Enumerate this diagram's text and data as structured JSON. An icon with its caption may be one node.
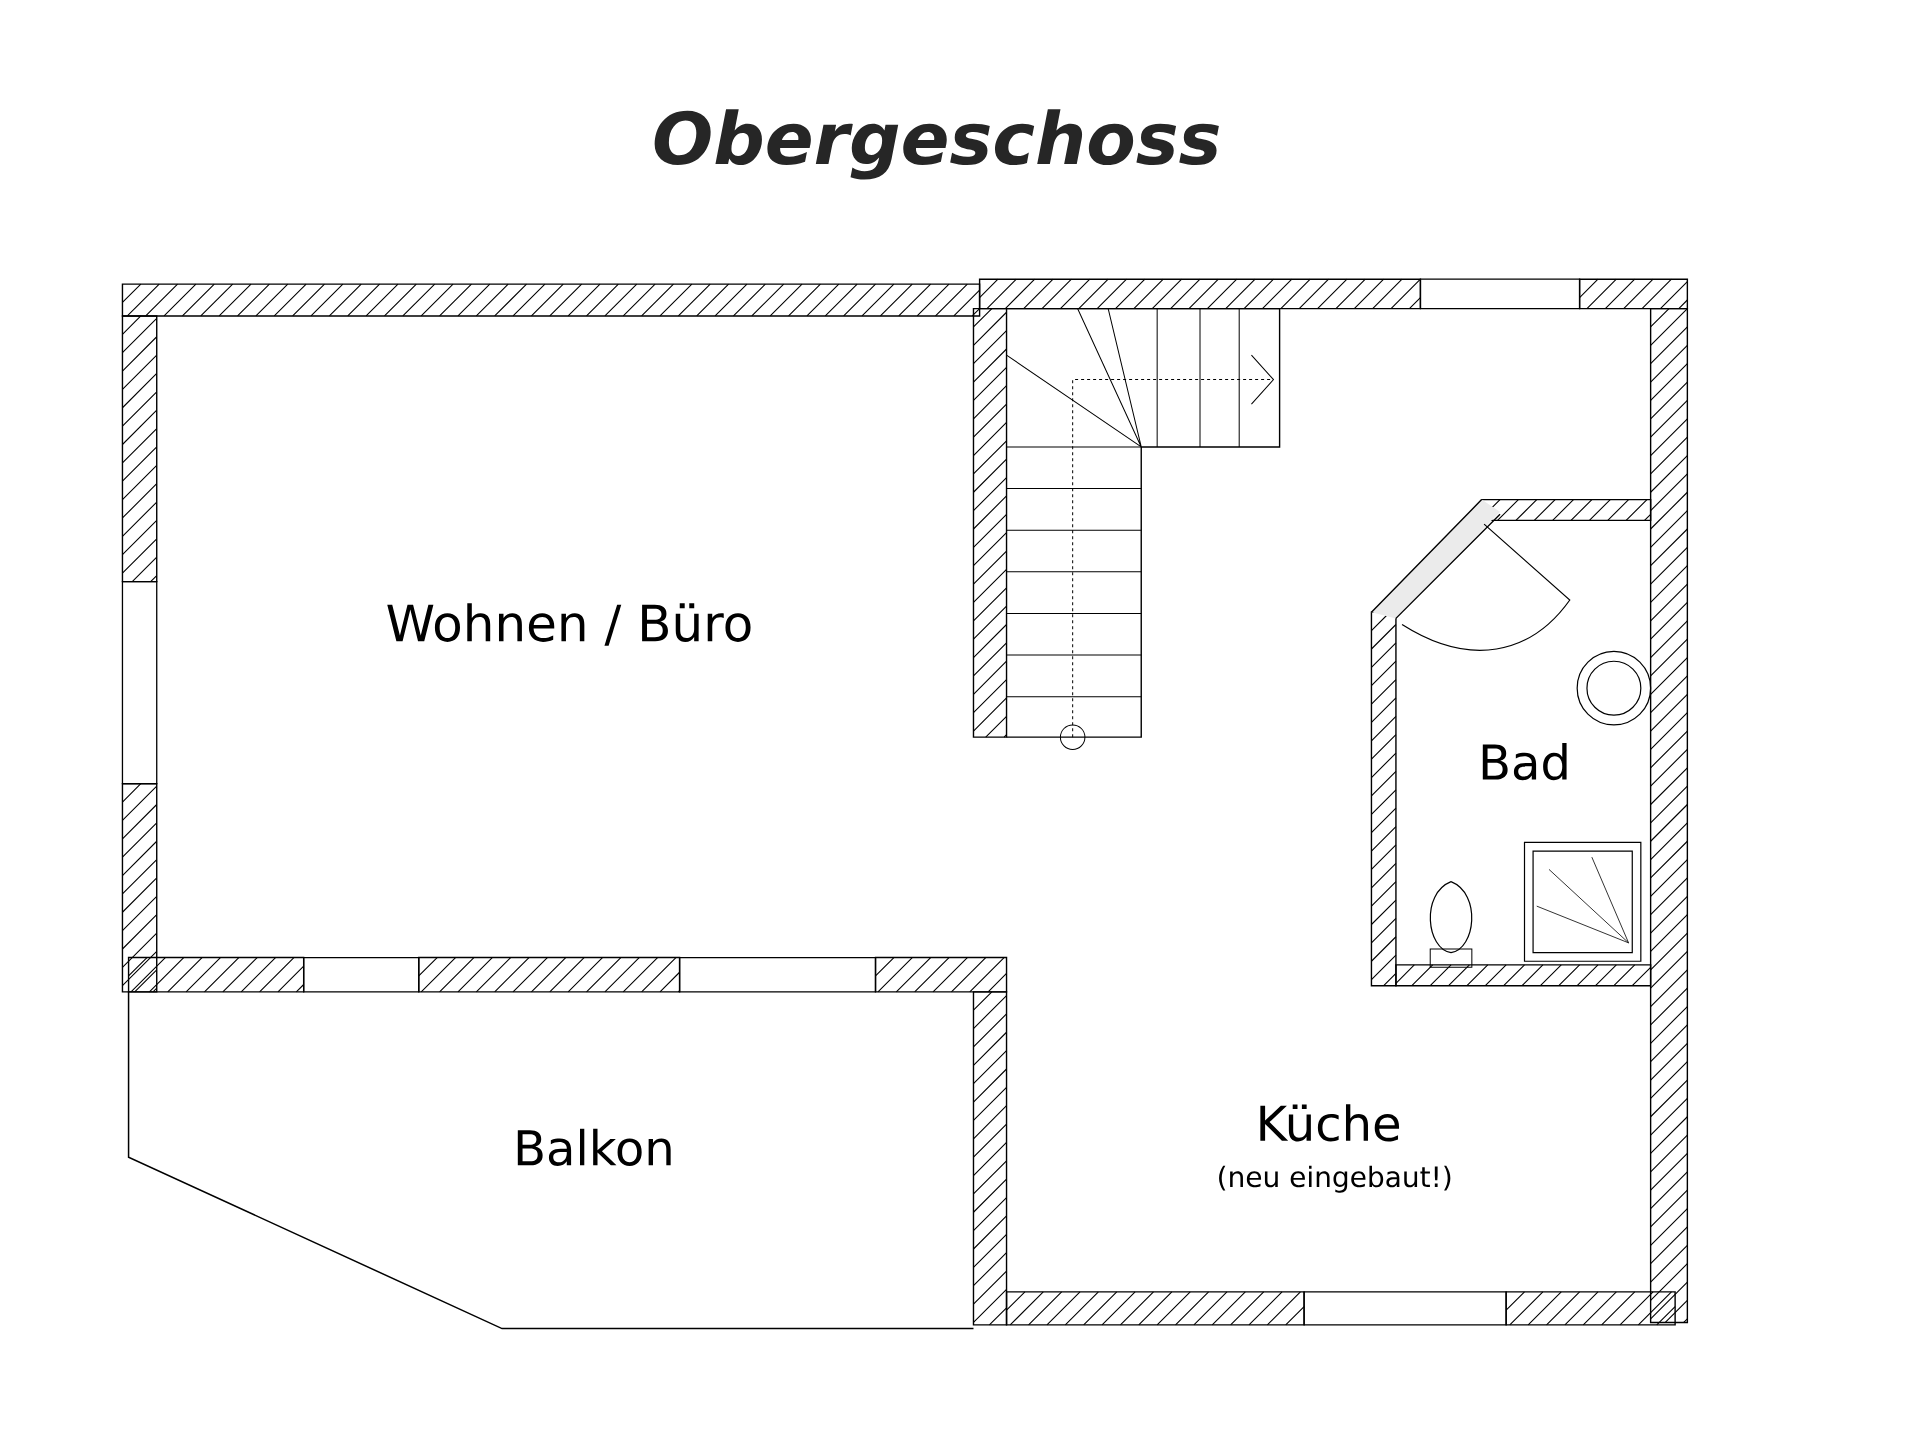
{
  "diagram": {
    "title": "Obergeschoss",
    "labels": [
      "Wohnen / Büro",
      "Bad",
      "Balkon",
      "Küche",
      "(neu eingebaut!)"
    ]
  }
}
